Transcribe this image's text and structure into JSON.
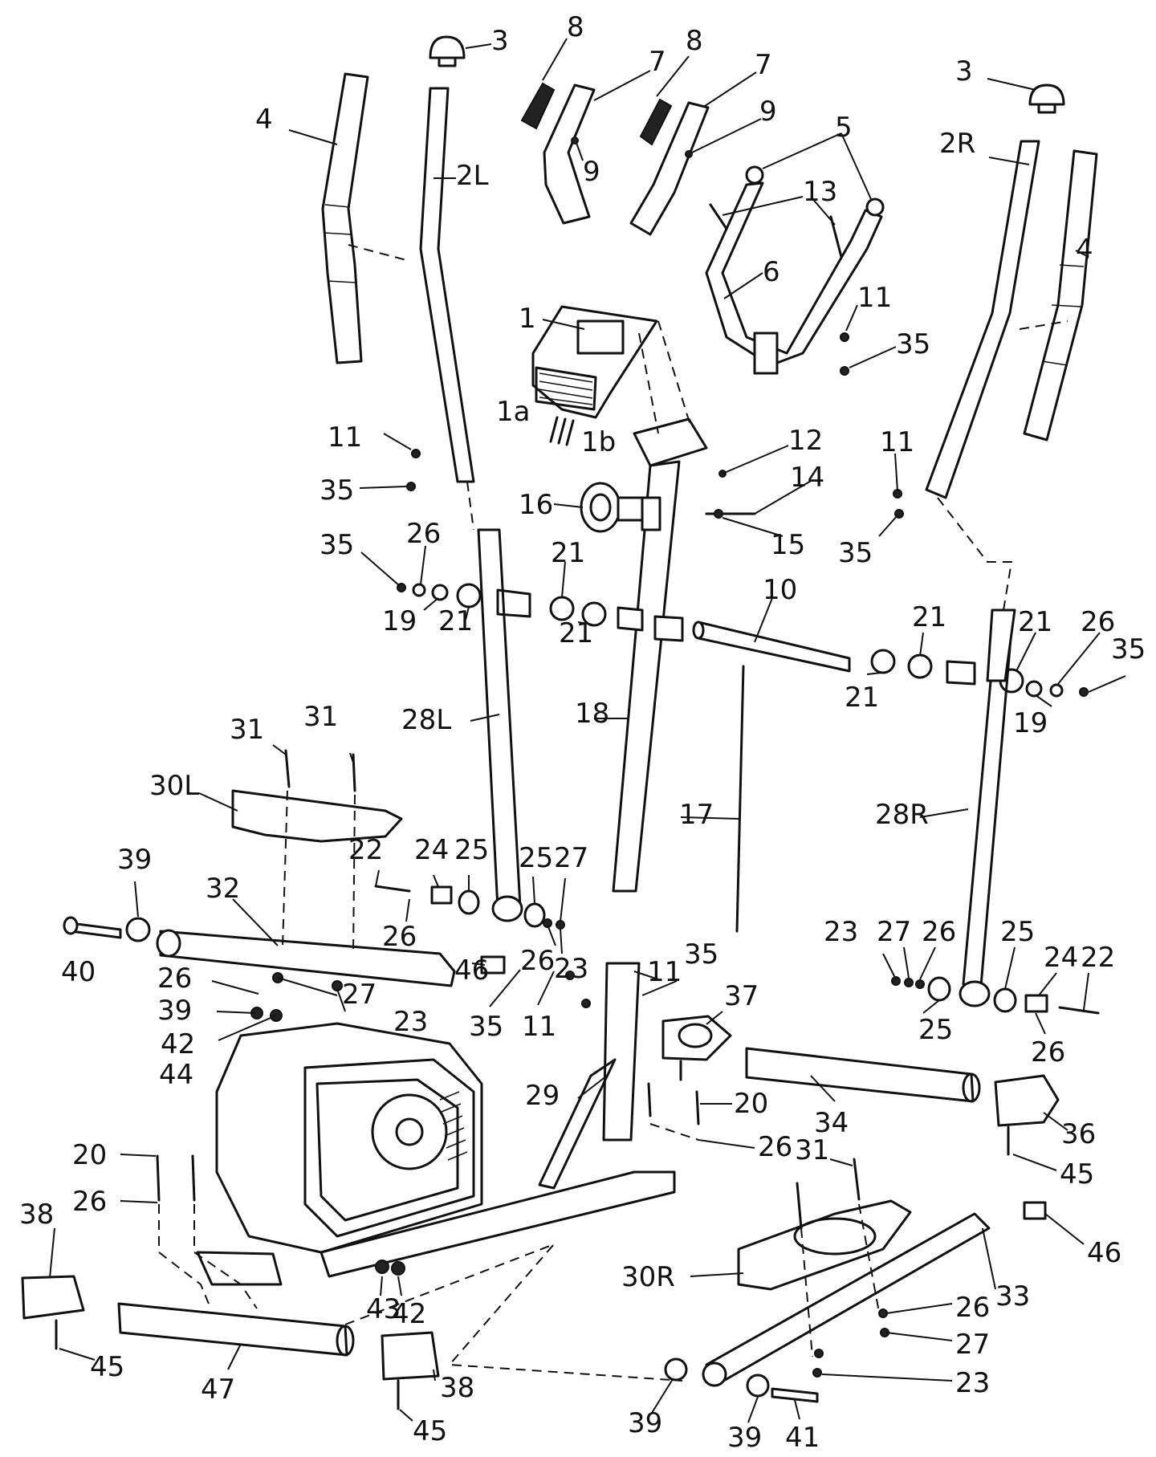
{
  "diagram": {
    "labels": [
      {
        "id": "l3a",
        "text": "3"
      },
      {
        "id": "l4a",
        "text": "4"
      },
      {
        "id": "l2L",
        "text": "2L"
      },
      {
        "id": "l8a",
        "text": "8"
      },
      {
        "id": "l7a",
        "text": "7"
      },
      {
        "id": "l9a",
        "text": "9"
      },
      {
        "id": "l8b",
        "text": "8"
      },
      {
        "id": "l7b",
        "text": "7"
      },
      {
        "id": "l9b",
        "text": "9"
      },
      {
        "id": "l3b",
        "text": "3"
      },
      {
        "id": "l2R",
        "text": "2R"
      },
      {
        "id": "l5",
        "text": "5"
      },
      {
        "id": "l13",
        "text": "13"
      },
      {
        "id": "l4b",
        "text": "4"
      },
      {
        "id": "l6",
        "text": "6"
      },
      {
        "id": "l1",
        "text": "1"
      },
      {
        "id": "l11a",
        "text": "11"
      },
      {
        "id": "l35a",
        "text": "35"
      },
      {
        "id": "l1a",
        "text": "1a"
      },
      {
        "id": "l1b",
        "text": "1b"
      },
      {
        "id": "l12",
        "text": "12"
      },
      {
        "id": "l11b",
        "text": "11"
      },
      {
        "id": "l35b",
        "text": "35"
      },
      {
        "id": "l14",
        "text": "14"
      },
      {
        "id": "l16",
        "text": "16"
      },
      {
        "id": "l15",
        "text": "15"
      },
      {
        "id": "l11c",
        "text": "11"
      },
      {
        "id": "l35c",
        "text": "35"
      },
      {
        "id": "l35d",
        "text": "35"
      },
      {
        "id": "l26a",
        "text": "26"
      },
      {
        "id": "l21a",
        "text": "21"
      },
      {
        "id": "l19a",
        "text": "19"
      },
      {
        "id": "l21b",
        "text": "21"
      },
      {
        "id": "l21c",
        "text": "21"
      },
      {
        "id": "l10",
        "text": "10"
      },
      {
        "id": "l21d",
        "text": "21"
      },
      {
        "id": "l21e",
        "text": "21"
      },
      {
        "id": "l26b",
        "text": "26"
      },
      {
        "id": "l35e",
        "text": "35"
      },
      {
        "id": "l21f",
        "text": "21"
      },
      {
        "id": "l19b",
        "text": "19"
      },
      {
        "id": "l28L",
        "text": "28L"
      },
      {
        "id": "l18",
        "text": "18"
      },
      {
        "id": "l31a",
        "text": "31"
      },
      {
        "id": "l31b",
        "text": "31"
      },
      {
        "id": "l30L",
        "text": "30L"
      },
      {
        "id": "l17",
        "text": "17"
      },
      {
        "id": "l28R",
        "text": "28R"
      },
      {
        "id": "l39a",
        "text": "39"
      },
      {
        "id": "l22a",
        "text": "22"
      },
      {
        "id": "l24a",
        "text": "24"
      },
      {
        "id": "l25a",
        "text": "25"
      },
      {
        "id": "l25b",
        "text": "25"
      },
      {
        "id": "l27a",
        "text": "27"
      },
      {
        "id": "l32",
        "text": "32"
      },
      {
        "id": "l26c",
        "text": "26"
      },
      {
        "id": "l26d",
        "text": "26"
      },
      {
        "id": "l23a",
        "text": "23"
      },
      {
        "id": "l23b",
        "text": "23"
      },
      {
        "id": "l27b",
        "text": "27"
      },
      {
        "id": "l26e",
        "text": "26"
      },
      {
        "id": "l25c",
        "text": "25"
      },
      {
        "id": "l24b",
        "text": "24"
      },
      {
        "id": "l22b",
        "text": "22"
      },
      {
        "id": "l40",
        "text": "40"
      },
      {
        "id": "l26f",
        "text": "26"
      },
      {
        "id": "l11d",
        "text": "11"
      },
      {
        "id": "l35f",
        "text": "35"
      },
      {
        "id": "l46a",
        "text": "46"
      },
      {
        "id": "l27c",
        "text": "27"
      },
      {
        "id": "l23c",
        "text": "23"
      },
      {
        "id": "l35g",
        "text": "35"
      },
      {
        "id": "l11e",
        "text": "11"
      },
      {
        "id": "l25d",
        "text": "25"
      },
      {
        "id": "l26g",
        "text": "26"
      },
      {
        "id": "l39b",
        "text": "39"
      },
      {
        "id": "l42a",
        "text": "42"
      },
      {
        "id": "l44",
        "text": "44"
      },
      {
        "id": "l37",
        "text": "37"
      },
      {
        "id": "l29",
        "text": "29"
      },
      {
        "id": "l20a",
        "text": "20"
      },
      {
        "id": "l34",
        "text": "34"
      },
      {
        "id": "l36",
        "text": "36"
      },
      {
        "id": "l26h",
        "text": "26"
      },
      {
        "id": "l45a",
        "text": "45"
      },
      {
        "id": "l20b",
        "text": "20"
      },
      {
        "id": "l26i",
        "text": "26"
      },
      {
        "id": "l31c",
        "text": "31"
      },
      {
        "id": "l38a",
        "text": "38"
      },
      {
        "id": "l46b",
        "text": "46"
      },
      {
        "id": "l30R",
        "text": "30R"
      },
      {
        "id": "l33",
        "text": "33"
      },
      {
        "id": "l43",
        "text": "43"
      },
      {
        "id": "l42b",
        "text": "42"
      },
      {
        "id": "l26j",
        "text": "26"
      },
      {
        "id": "l27d",
        "text": "27"
      },
      {
        "id": "l45b",
        "text": "45"
      },
      {
        "id": "l47",
        "text": "47"
      },
      {
        "id": "l38b",
        "text": "38"
      },
      {
        "id": "l23d",
        "text": "23"
      },
      {
        "id": "l45c",
        "text": "45"
      },
      {
        "id": "l39c",
        "text": "39"
      },
      {
        "id": "l39d",
        "text": "39"
      },
      {
        "id": "l41",
        "text": "41"
      }
    ]
  }
}
